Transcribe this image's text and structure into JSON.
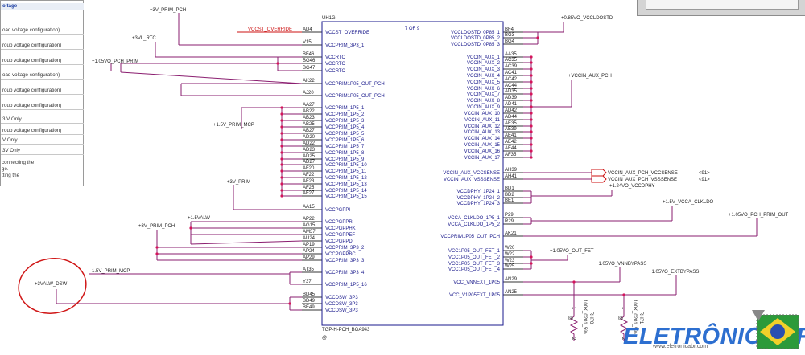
{
  "legend": {
    "rows": [
      "oltage",
      "oad voltage configuration)",
      "roup voltage configuration)",
      "roup voltage configuration)",
      "oad voltage configuration)",
      "roup voltage configuration)",
      "roup voltage configuration)",
      "3 V Only",
      "roup voltage configuration)",
      "V Only",
      "3V Only"
    ],
    "note": [
      "connecting the",
      "ge.",
      "tting the"
    ]
  },
  "chip": {
    "ref": "UH1G",
    "page": "7 OF 9",
    "part": "TGP-H-PCH_BGA943",
    "marker": "@"
  },
  "nets": {
    "v3_prim_pch_top": "+3V_PRIM_PCH",
    "vccst_override": "VCCST_OVERRIDE",
    "v3l_rtc": "+3VL_RTC",
    "v105_pch_prim": "+1.05VO_PCH_PRIM",
    "v15_prim_mcp": "+1.5V_PRIM_MCP",
    "v3_prim": "+3V_PRIM",
    "v15_valw": "+1.5VALW",
    "v3_prim_pch_mid": "+3V_PRIM_PCH",
    "v15_prim_mcp_low": "1.5V_PRIM_MCP",
    "v3valw_dsw": "+3VALW_DSW",
    "v085_vccldostd": "+0.85VO_VCCLDOSTD",
    "vccin_aux_pch": "+VCCIN_AUX_PCH",
    "vccsense_net": "VCCIN_AUX_PCH_VCCSENSE",
    "vsssense_net": "VCCIN_AUX_PCH_VSSSENSE",
    "sense_ref1": "<91>",
    "sense_ref2": "<91>",
    "v124_vccdphy": "+1.24VO_VCCDPHY",
    "v15_vcca_clkldo": "+1.5V_VCCA_CLKLDO",
    "v105_pch_prim_out": "+1.05VO_PCH_PRIM_OUT",
    "v105_out_fet": "+1.05VO_OUT_FET",
    "v105_vnnbypass": "+1.05VO_VNNBYPASS",
    "v105_extbypass": "+1.05VO_EXTBYPASS"
  },
  "left_pins": [
    [
      "AD4",
      "VCCST_OVERRIDE"
    ],
    [
      "V15",
      "VCCPRIM_3P3_1"
    ],
    [
      "BF46",
      "VCCRTC"
    ],
    [
      "BG46",
      "VCCRTC"
    ],
    [
      "BG47",
      "VCCRTC"
    ],
    [
      "AK22",
      "VCCPRIM1P05_OUT_PCH"
    ],
    [
      "AJ20",
      "VCCPRIM1P05_OUT_PCH"
    ],
    [
      "AA27",
      "VCCPRIM_1P5_1"
    ],
    [
      "AB22",
      "VCCPRIM_1P5_2"
    ],
    [
      "AB23",
      "VCCPRIM_1P5_3"
    ],
    [
      "AB25",
      "VCCPRIM_1P5_4"
    ],
    [
      "AB27",
      "VCCPRIM_1P5_5"
    ],
    [
      "AD20",
      "VCCPRIM_1P5_6"
    ],
    [
      "AD22",
      "VCCPRIM_1P5_7"
    ],
    [
      "AD23",
      "VCCPRIM_1P5_8"
    ],
    [
      "AD25",
      "VCCPRIM_1P5_9"
    ],
    [
      "AD27",
      "VCCPRIM_1P5_10"
    ],
    [
      "AF20",
      "VCCPRIM_1P5_11"
    ],
    [
      "AF22",
      "VCCPRIM_1P5_12"
    ],
    [
      "AF23",
      "VCCPRIM_1P5_13"
    ],
    [
      "AF25",
      "VCCPRIM_1P5_14"
    ],
    [
      "AF27",
      "VCCPRIM_1P5_15"
    ],
    [
      "AA15",
      "VCCPGPPI"
    ],
    [
      "AP22",
      "VCCPGPPR"
    ],
    [
      "AG15",
      "VCCPGPPHK"
    ],
    [
      "AM37",
      "VCCPGPPEF"
    ],
    [
      "AU24",
      "VCCPGPPD"
    ],
    [
      "AP19",
      "VCCPRIM_3P3_2"
    ],
    [
      "AP24",
      "VCCPGPPBC"
    ],
    [
      "AP29",
      "VCCPRIM_3P3_3"
    ],
    [
      "AT35",
      "VCCPRIM_3P3_4"
    ],
    [
      "Y37",
      "VCCPRIM_1P5_16"
    ],
    [
      "BD45",
      "VCCDSW_3P3"
    ],
    [
      "BD49",
      "VCCDSW_3P3"
    ],
    [
      "BE49",
      "VCCDSW_3P3"
    ]
  ],
  "right_pins": [
    [
      "BF4",
      "VCCLDOSTD_0P85_1"
    ],
    [
      "BG3",
      "VCCLDOSTD_0P85_2"
    ],
    [
      "BG4",
      "VCCLDOSTD_0P85_3"
    ],
    [
      "AA35",
      "VCCIN_AUX_1"
    ],
    [
      "AC35",
      "VCCIN_AUX_2"
    ],
    [
      "AC39",
      "VCCIN_AUX_3"
    ],
    [
      "AC41",
      "VCCIN_AUX_4"
    ],
    [
      "AC42",
      "VCCIN_AUX_5"
    ],
    [
      "AC44",
      "VCCIN_AUX_6"
    ],
    [
      "AD35",
      "VCCIN_AUX_7"
    ],
    [
      "AD39",
      "VCCIN_AUX_8"
    ],
    [
      "AD41",
      "VCCIN_AUX_9"
    ],
    [
      "AD42",
      "VCCIN_AUX_10"
    ],
    [
      "AD44",
      "VCCIN_AUX_11"
    ],
    [
      "AE35",
      "VCCIN_AUX_12"
    ],
    [
      "AE39",
      "VCCIN_AUX_13"
    ],
    [
      "AE41",
      "VCCIN_AUX_14"
    ],
    [
      "AE42",
      "VCCIN_AUX_15"
    ],
    [
      "AE44",
      "VCCIN_AUX_16"
    ],
    [
      "AF35",
      "VCCIN_AUX_17"
    ],
    [
      "AH39",
      "VCCIN_AUX_VCCSENSE"
    ],
    [
      "AH41",
      "VCCIN_AUX_VSSSENSE"
    ],
    [
      "BD1",
      "VCCDPHY_1P24_1"
    ],
    [
      "BD2",
      "VCCDPHY_1P24_2"
    ],
    [
      "BE1",
      "VCCDPHY_1P24_3"
    ],
    [
      "P29",
      "VCCA_CLKLDO_1P5_1"
    ],
    [
      "R29",
      "VCCA_CLKLDO_1P5_2"
    ],
    [
      "AK21",
      "VCCPRIM1P05_OUT_PCH"
    ],
    [
      "W20",
      "VCC1P05_OUT_FET_1"
    ],
    [
      "W22",
      "VCC1P05_OUT_FET_2"
    ],
    [
      "W23",
      "VCC1P05_OUT_FET_3"
    ],
    [
      "W25",
      "VCC1P05_OUT_FET_4"
    ],
    [
      "AN29",
      "VCC_VNNEXT_1P05"
    ],
    [
      "AN25",
      "VCC_V1P05EXT_1P05"
    ]
  ],
  "resistors": [
    {
      "value": "100K_0201_5%",
      "ref": "RH70",
      "pin1": "1",
      "pin2": "2",
      "marker": "@"
    },
    {
      "value": "100K_0201_5%",
      "ref": "RH71",
      "pin1": "1",
      "pin2": "2",
      "marker": "@"
    }
  ],
  "watermark": {
    "logo": "ELETRÔNICABR",
    "url": "www.eletronicabr.com"
  }
}
